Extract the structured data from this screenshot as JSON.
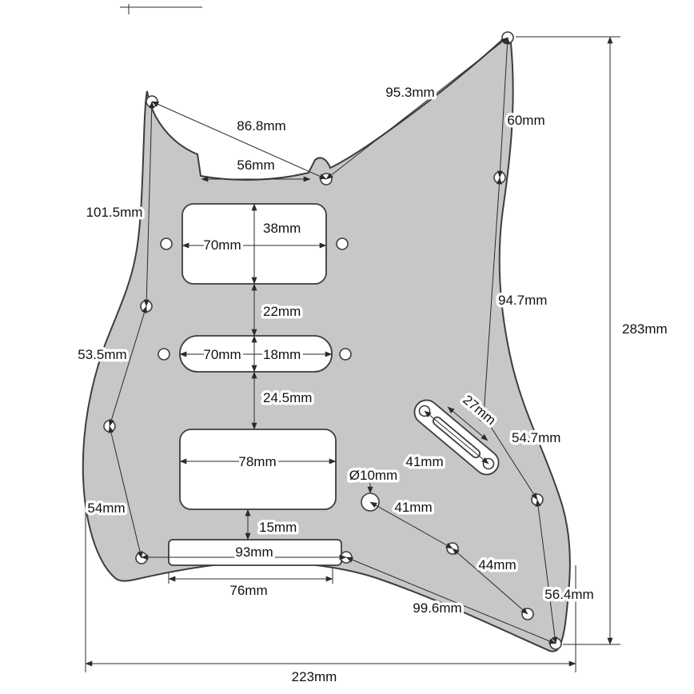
{
  "colors": {
    "background": "#ffffff",
    "pickguard_face": "#c7c7c5",
    "outline": "#3d3d3d",
    "dimension_lines": "#2b2b2b"
  },
  "labels": {
    "dim_95_3": "95.3mm",
    "dim_86_8": "86.8mm",
    "dim_56": "56mm",
    "dim_60": "60mm",
    "dim_101_5": "101.5mm",
    "dim_38": "38mm",
    "dim_70_neck": "70mm",
    "dim_22": "22mm",
    "dim_70_mid": "70mm",
    "dim_18": "18mm",
    "dim_24_5": "24.5mm",
    "dim_53_5": "53.5mm",
    "dim_94_7": "94.7mm",
    "dim_283": "283mm",
    "dim_54_7": "54.7mm",
    "dim_27": "27mm",
    "dim_41_switch": "41mm",
    "dim_78": "78mm",
    "dim_d10": "Ø10mm",
    "dim_41_lower": "41mm",
    "dim_54": "54mm",
    "dim_15": "15mm",
    "dim_93": "93mm",
    "dim_76": "76mm",
    "dim_44": "44mm",
    "dim_56_4": "56.4mm",
    "dim_99_6": "99.6mm",
    "dim_223": "223mm"
  }
}
